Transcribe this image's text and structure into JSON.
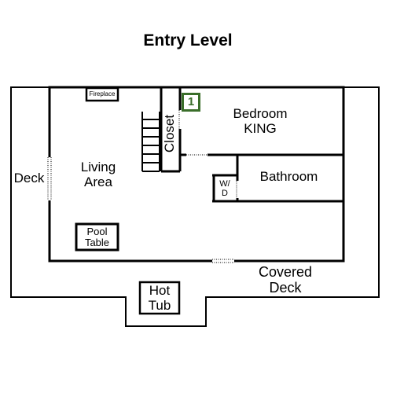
{
  "title": "Entry Level",
  "rooms": {
    "fireplace": "Fireplace",
    "living": "Living\nArea",
    "closet": "Closet",
    "bedroom": "Bedroom\nKING",
    "bathroom": "Bathroom",
    "washer_dryer": "W/\nD",
    "pool_table": "Pool\nTable",
    "deck": "Deck",
    "covered_deck": "Covered\nDeck",
    "hot_tub": "Hot\nTub"
  },
  "badge": "1",
  "colors": {
    "wall": "#000000",
    "badge": "#3a6e2a",
    "background": "#ffffff"
  }
}
